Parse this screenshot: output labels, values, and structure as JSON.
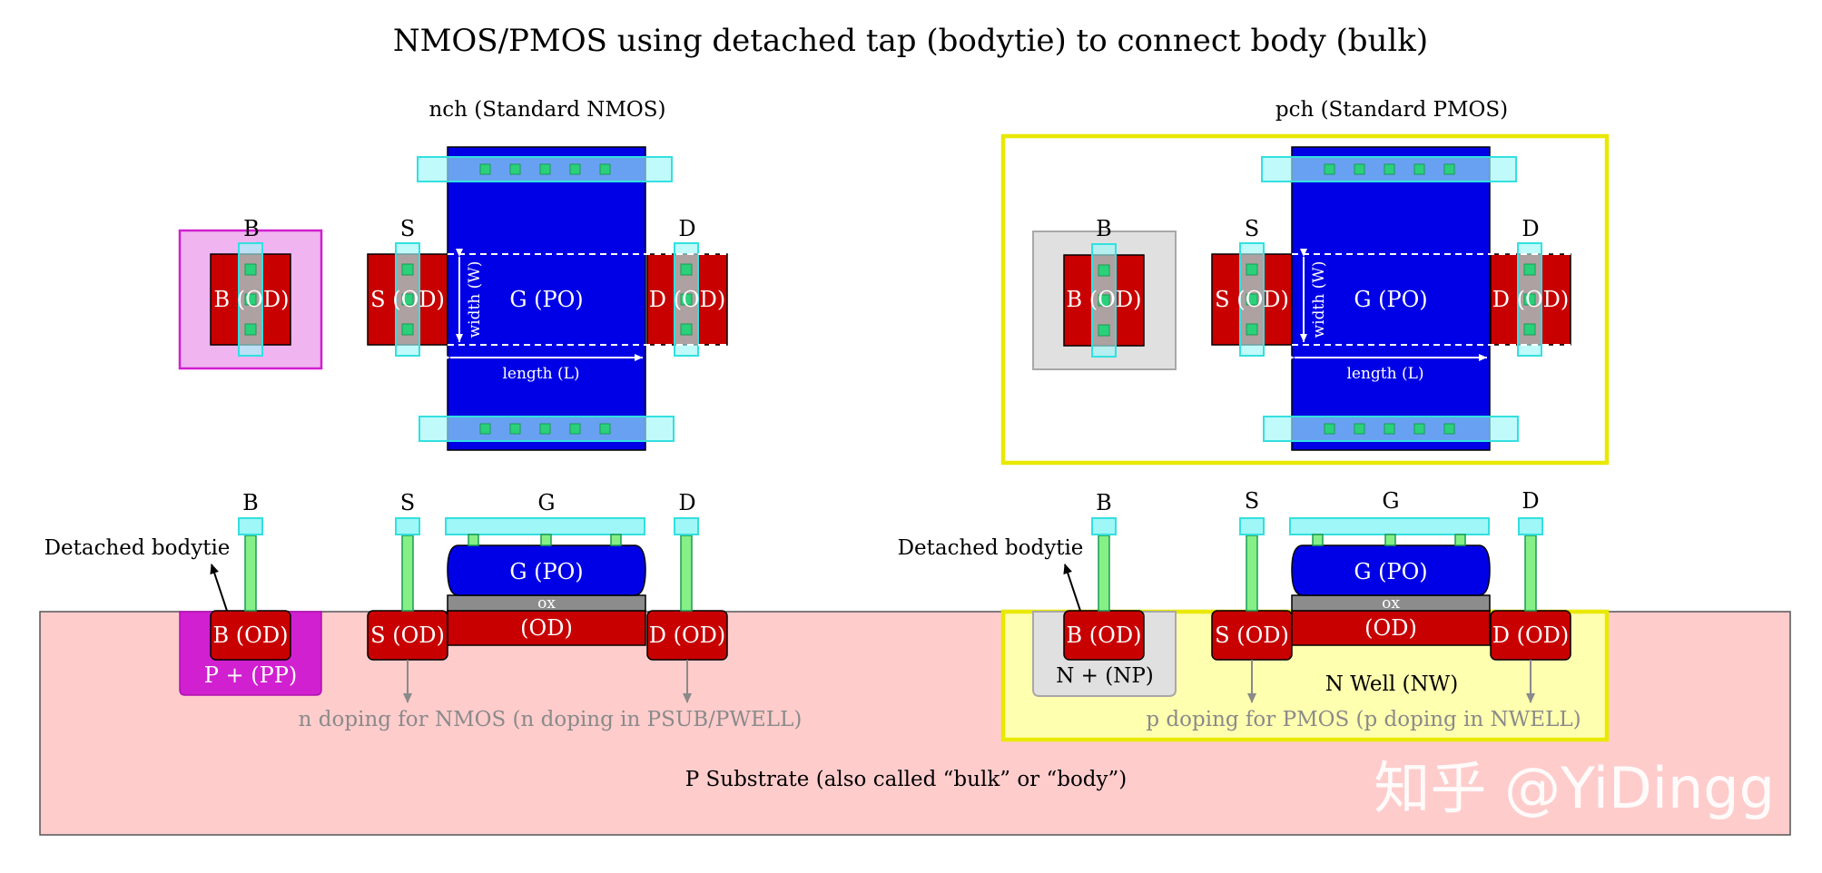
{
  "title": "NMOS/PMOS using detached tap (bodytie) to connect body (bulk)",
  "nmos": {
    "subtitle": "nch (Standard NMOS)",
    "terminals": {
      "b": "B",
      "s": "S",
      "g": "G",
      "d": "D"
    },
    "labels": {
      "body_od": "B (OD)",
      "source_od": "S (OD)",
      "drain_od": "D (OD)",
      "gate_po": "G (PO)",
      "channel_od": "(OD)",
      "ox": "ox",
      "width": "width (W)",
      "length": "length (L)",
      "implant": "P + (PP)",
      "bodytie": "Detached bodytie",
      "doping_note": "n doping for NMOS (n doping in PSUB/PWELL)"
    }
  },
  "pmos": {
    "subtitle": "pch (Standard PMOS)",
    "terminals": {
      "b": "B",
      "s": "S",
      "g": "G",
      "d": "D"
    },
    "labels": {
      "body_od": "B (OD)",
      "source_od": "S (OD)",
      "drain_od": "D (OD)",
      "gate_po": "G (PO)",
      "channel_od": "(OD)",
      "ox": "ox",
      "width": "width (W)",
      "length": "length (L)",
      "implant": "N + (NP)",
      "well": "N Well (NW)",
      "bodytie": "Detached bodytie",
      "doping_note": "p doping for PMOS (p doping in NWELL)"
    }
  },
  "substrate": "P Substrate (also called “bulk” or “body”)",
  "watermark": "知乎 @YiDingg",
  "colors": {
    "od": "#c80000",
    "poly": "#0000e6",
    "metal": "#9ff7f7",
    "contact": "#2bd17a",
    "via": "#86f086",
    "pp": "#f0b4f0",
    "pp_border": "#d020d0",
    "np": "#e0e0e0",
    "nwell_border": "#e8e800",
    "nwell_fill": "#ffffb0",
    "substrate": "#ffcccc",
    "ox": "#8c8c8c"
  }
}
